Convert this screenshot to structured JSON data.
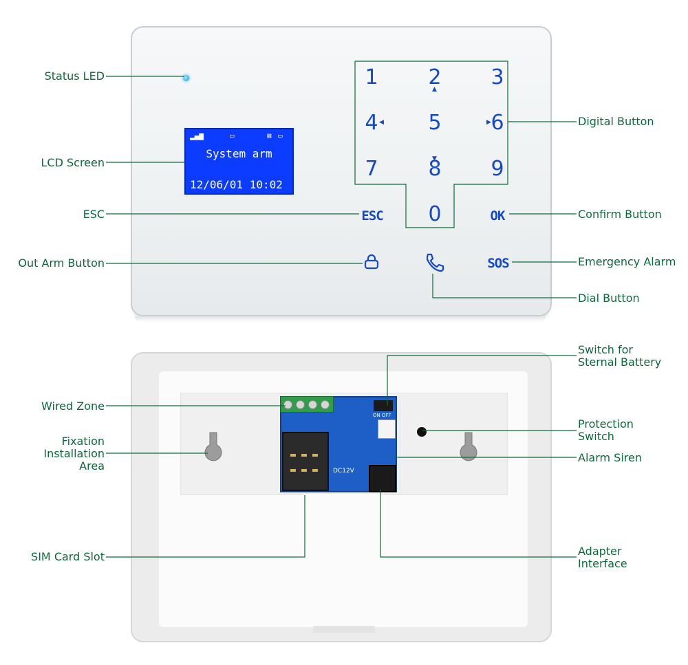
{
  "labels": {
    "status_led": "Status LED",
    "lcd_screen": "LCD Screen",
    "esc": "ESC",
    "out_arm_button": "Out Arm Button",
    "digital_button": "Digital Button",
    "confirm_button": "Confirm Button",
    "emergency_alarm": "Emergency Alarm",
    "dial_button": "Dial Button",
    "wired_zone": "Wired Zone",
    "fixation_line1": "Fixation",
    "fixation_line2": "Installation",
    "fixation_line3": "Area",
    "sim_card_slot": "SIM Card Slot",
    "switch_battery_line1": "Switch for",
    "switch_battery_line2": "Sternal Battery",
    "protection_line1": "Protection",
    "protection_line2": "Switch",
    "alarm_siren": "Alarm Siren",
    "adapter_line1": "Adapter",
    "adapter_line2": "Interface"
  },
  "lcd": {
    "status_text": "System arm",
    "datetime": "12/06/01 10:02"
  },
  "keypad": {
    "keys": [
      "1",
      "2",
      "3",
      "4",
      "5",
      "6",
      "7",
      "8",
      "9",
      "0"
    ],
    "esc": "ESC",
    "ok": "OK",
    "sos": "SOS"
  },
  "board": {
    "dc_label": "DC12V",
    "switch_label": "ON OFF"
  },
  "colors": {
    "label_text": "#0c6b3a",
    "leader_line": "#0c6b3a",
    "key_blue": "#1549c6",
    "lcd_background": "#0b3cff",
    "pcb_blue": "#1e5fc7",
    "terminal_green": "#2e9e48"
  }
}
